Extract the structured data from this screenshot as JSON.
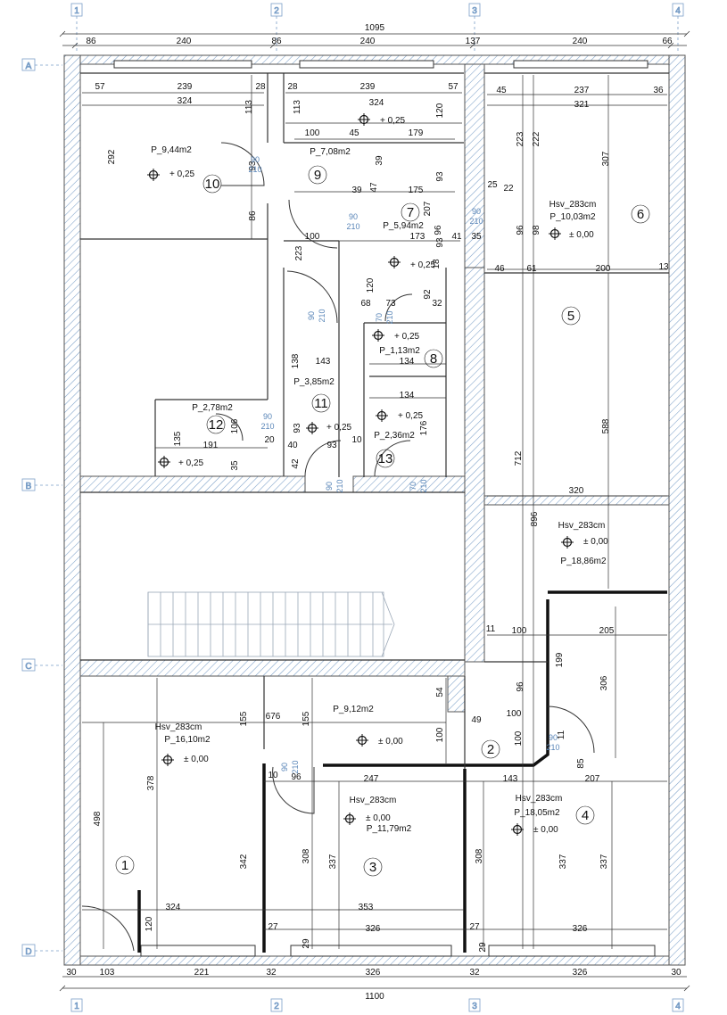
{
  "colors": {
    "wall": "#555555",
    "hatch": "#7a9fc8",
    "grid": "#7a9fc8",
    "door_label": "#5a86b8",
    "ink": "#111111"
  },
  "grid": {
    "columns": [
      "1",
      "2",
      "3",
      "4"
    ],
    "rows": [
      "A",
      "B",
      "C",
      "D"
    ]
  },
  "totals": {
    "top": "1095",
    "bottom": "1100"
  },
  "top_dims": [
    "86",
    "240",
    "86",
    "240",
    "137",
    "240",
    "66"
  ],
  "bottom_dims": [
    "30",
    "103",
    "221",
    "32",
    "326",
    "32",
    "326",
    "30"
  ],
  "rooms": [
    {
      "num": "1",
      "label": "P_16,10m2",
      "height": "Hsv_283cm",
      "level": "± 0,00"
    },
    {
      "num": "2",
      "label": "P_9,12m2",
      "height": "",
      "level": "± 0,00"
    },
    {
      "num": "3",
      "label": "P_11,79m2",
      "height": "Hsv_283cm",
      "level": "± 0,00"
    },
    {
      "num": "4",
      "label": "P_18,05m2",
      "height": "Hsv_283cm",
      "level": "± 0,00"
    },
    {
      "num": "5",
      "label": "P_18,86m2",
      "height": "Hsv_283cm",
      "level": "± 0,00"
    },
    {
      "num": "6",
      "label": "P_10,03m2",
      "height": "Hsv_283cm",
      "level": "± 0,00"
    },
    {
      "num": "7",
      "label": "P_5,94m2",
      "height": "",
      "level": "+ 0,25"
    },
    {
      "num": "8",
      "label": "P_1,13m2",
      "height": "",
      "level": "+ 0,25"
    },
    {
      "num": "9",
      "label": "P_7,08m2",
      "height": "",
      "level": "+ 0,25"
    },
    {
      "num": "10",
      "label": "P_9,44m2",
      "height": "",
      "level": "+ 0,25"
    },
    {
      "num": "11",
      "label": "P_3,85m2",
      "height": "",
      "level": "+ 0,25"
    },
    {
      "num": "12",
      "label": "P_2,78m2",
      "height": "",
      "level": "+ 0,25"
    },
    {
      "num": "13",
      "label": "P_2,36m2",
      "height": "",
      "level": "+ 0,25"
    }
  ],
  "door_tags": [
    {
      "w": "90",
      "h": "210"
    },
    {
      "w": "90",
      "h": "210"
    },
    {
      "w": "90",
      "h": "210"
    },
    {
      "w": "70",
      "h": "210"
    },
    {
      "w": "90",
      "h": "210"
    },
    {
      "w": "90",
      "h": "210"
    },
    {
      "w": "70",
      "h": "210"
    },
    {
      "w": "90",
      "h": "210"
    },
    {
      "w": "90",
      "h": "210"
    },
    {
      "w": "90",
      "h": "210"
    }
  ],
  "inner_dims": [
    "57",
    "239",
    "28",
    "324",
    "113",
    "292",
    "93",
    "86",
    "28",
    "239",
    "57",
    "324",
    "113",
    "120",
    "100",
    "45",
    "179",
    "39",
    "93",
    "39",
    "47",
    "175",
    "207",
    "93",
    "100",
    "173",
    "96",
    "41",
    "35",
    "25",
    "22",
    "45",
    "237",
    "36",
    "321",
    "223",
    "222",
    "307",
    "96",
    "98",
    "46",
    "61",
    "200",
    "13",
    "223",
    "18",
    "120",
    "68",
    "73",
    "92",
    "32",
    "138",
    "143",
    "134",
    "134",
    "176",
    "93",
    "106",
    "135",
    "191",
    "20",
    "40",
    "93",
    "10",
    "42",
    "35",
    "712",
    "896",
    "588",
    "320",
    "11",
    "100",
    "205",
    "199",
    "306",
    "155",
    "676",
    "155",
    "54",
    "49",
    "100",
    "100",
    "100",
    "96",
    "11",
    "85",
    "10",
    "96",
    "247",
    "143",
    "207",
    "378",
    "498",
    "342",
    "308",
    "337",
    "308",
    "337",
    "337",
    "120",
    "324",
    "353",
    "27",
    "326",
    "27",
    "326",
    "29",
    "29"
  ]
}
